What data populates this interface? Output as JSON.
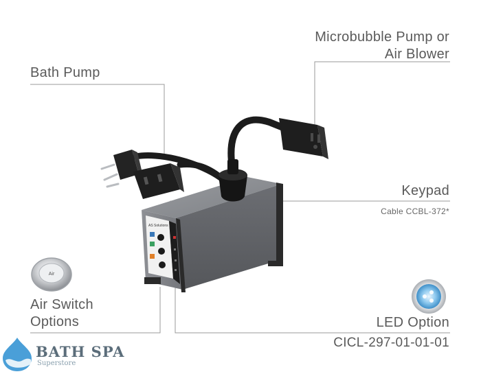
{
  "labels": {
    "microbubble_line1": "Microbubble Pump or",
    "microbubble_line2": "Air Blower",
    "bath_pump": "Bath Pump",
    "keypad": "Keypad",
    "keypad_cable": "Cable CCBL-372*",
    "air_switch_line1": "Air Switch",
    "air_switch_line2": "Options",
    "led_option": "LED Option",
    "led_part": "CICL-297-01-01-01"
  },
  "air_button_text": "Air",
  "logo": {
    "name": "BATH SPA",
    "tagline": "Superstore"
  },
  "colors": {
    "text": "#5a5a5a",
    "leader_line": "#9a9a9a",
    "box_body": "#6e7075",
    "cable": "#1c1c1c",
    "led_blue": "#4aa8e0",
    "logo_blue": "#4a9fd8"
  }
}
